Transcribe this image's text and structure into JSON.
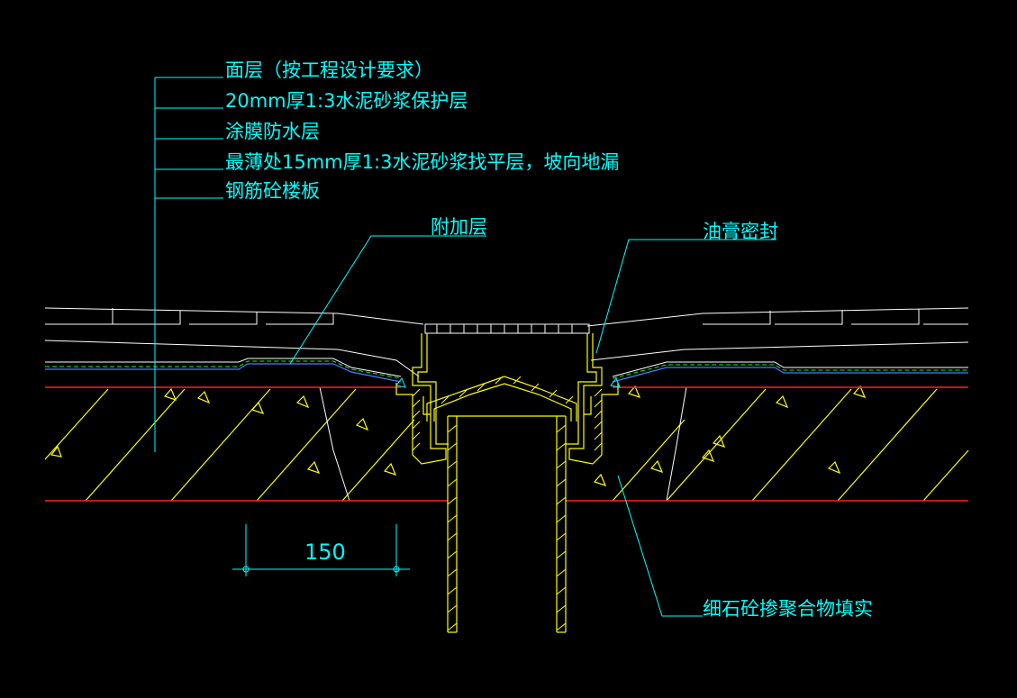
{
  "colors": {
    "background": "#000000",
    "leader": "#00ffff",
    "text": "#00ffff",
    "outline": "#ffffff",
    "hatch": "#ffff00",
    "slab_line": "#ff2020",
    "membrane": "#00ff00"
  },
  "layer_labels": [
    "面层（按工程设计要求）",
    "20mm厚1:3水泥砂浆保护层",
    "涂膜防水层",
    "最薄处15mm厚1:3水泥砂浆找平层，坡向地漏",
    "钢筋砼楼板"
  ],
  "callouts": {
    "additional_layer": "附加层",
    "ointment_seal": "油膏密封",
    "fill": "细石砼掺聚合物填实"
  },
  "dimension": {
    "value": "150"
  }
}
